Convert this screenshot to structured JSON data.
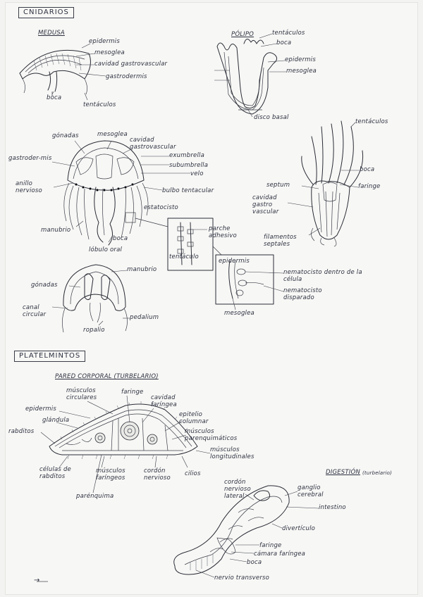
{
  "cnidarios": {
    "title": "CNIDARIOS",
    "medusa": {
      "title": "MEDUSA",
      "labels": {
        "epidermis": "epidermis",
        "mesoglea": "mesoglea",
        "cavidad": "cavidad gastrovascular",
        "gastrodermis": "gastrodermis",
        "boca": "boca",
        "tentaculos": "tentáculos"
      }
    },
    "polipo": {
      "title": "PÓLIPO",
      "labels": {
        "tentaculos": "tentáculos",
        "boca": "boca",
        "epidermis": "epidermis",
        "mesoglea": "mesoglea",
        "disco": "disco basal"
      }
    },
    "jellyfish": {
      "labels": {
        "gonadas": "gónadas",
        "mesoglea": "mesoglea",
        "cavidad": "cavidad gastrovascular",
        "gastrodermis": "gastroder-mis",
        "exumbrella": "exumbrella",
        "subumbrella": "subumbrella",
        "velo": "velo",
        "anillo": "anillo nervioso",
        "bulbo": "bulbo tentacular",
        "estatocisto": "estatocisto",
        "manubrio": "manubrio",
        "boca": "boca",
        "lobulo": "lóbulo oral"
      }
    },
    "anemone": {
      "labels": {
        "tentaculos": "tentáculos",
        "boca": "boca",
        "septum": "septum",
        "faringe": "faringe",
        "cavidad": "cavidad gastro vascular",
        "filamentos": "filamentos septales"
      }
    },
    "tentaculo": {
      "labels": {
        "parche": "parche adhesivo",
        "tentaculo": "tentáculo"
      }
    },
    "cnidocyte": {
      "labels": {
        "epidermis": "epidermis",
        "nematocisto_dentro": "nematocisto dentro de la célula",
        "nematocisto_disparado": "nematocisto disparado",
        "mesoglea": "mesoglea"
      }
    },
    "hydromedusa": {
      "labels": {
        "manubrio": "manubrio",
        "gonadas": "gónadas",
        "canal": "canal circular",
        "ropalio": "ropalio",
        "pedalium": "pedalium"
      }
    }
  },
  "platelmintos": {
    "title": "PLATELMINTOS",
    "pared": {
      "title": "PARED CORPORAL (TURBELARIO)",
      "labels": {
        "musculos_circulares": "músculos circulares",
        "faringe": "faringe",
        "cavidad_faringea": "cavidad faríngea",
        "epidermis": "epidermis",
        "glandula": "glándula",
        "rabditos": "rabditos",
        "epitelio": "epitelio columnar",
        "musculos_parenq": "músculos parenquimáticos",
        "musculos_long": "músculos longitudinales",
        "celulas": "células de rabditos",
        "musculos_far": "músculos faríngeos",
        "cordon": "cordón nervioso",
        "cilios": "cilios",
        "parenquima": "parénquima"
      }
    },
    "digestion": {
      "title": "DIGESTIÓN",
      "subtitle": "(turbelario)",
      "labels": {
        "cordon": "cordón nervioso lateral",
        "ganglio": "ganglio cerebral",
        "intestino": "intestino",
        "diverticulo": "divertículo",
        "faringe": "faringe",
        "camara": "cámara faríngea",
        "boca": "boca",
        "nervio": "nervio transverso"
      }
    }
  },
  "footer": {
    "arrow": "→"
  }
}
